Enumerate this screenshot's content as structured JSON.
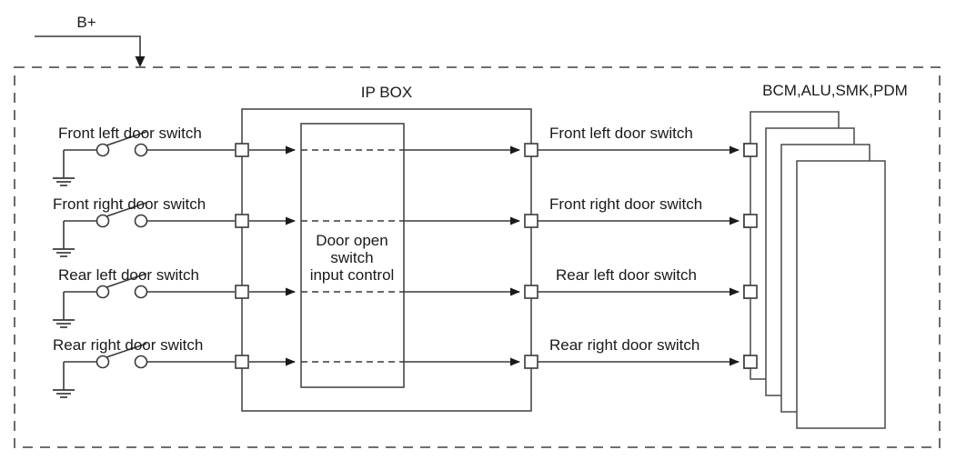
{
  "diagram": {
    "title_ip_box": "IP BOX",
    "power_label": "B+",
    "module_stack_label": "BCM,ALU,SMK,PDM",
    "inner_block": {
      "line1": "Door open",
      "line2": "switch",
      "line3": "input control"
    },
    "input_labels": [
      "Front left door switch",
      "Front right door switch",
      "Rear left door switch",
      "Rear right door switch"
    ],
    "output_labels": [
      "Front left door switch",
      "Front right door switch",
      "Rear left door switch",
      "Rear right door switch"
    ],
    "colors": {
      "line": "#3a3a3a",
      "boundary": "#5a5a5a",
      "text": "#1a1a1a",
      "background": "#ffffff"
    }
  }
}
